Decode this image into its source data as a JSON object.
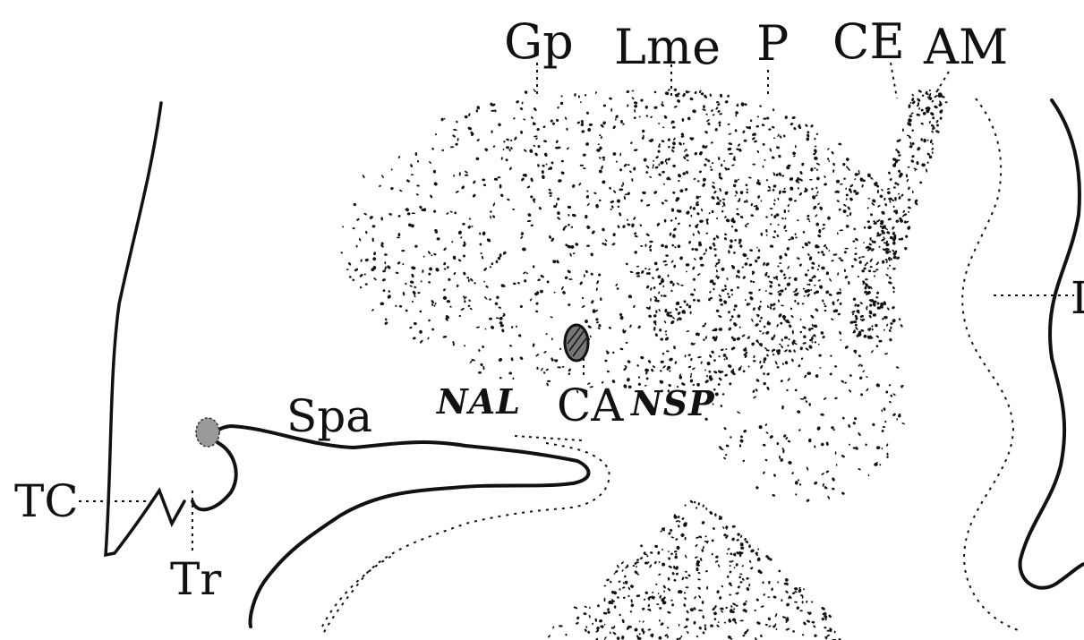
{
  "figure": {
    "ink_color": "#111111",
    "background_color": "#ffffff",
    "labels": {
      "gp": "Gp",
      "lme": "Lme",
      "p": "P",
      "ce": "CE",
      "am": "AM",
      "tc": "TC",
      "tr": "Tr",
      "spa": "Spa",
      "nal": "NAL",
      "ca": "CA",
      "nsp": "NSP",
      "right_edge": "L"
    }
  }
}
